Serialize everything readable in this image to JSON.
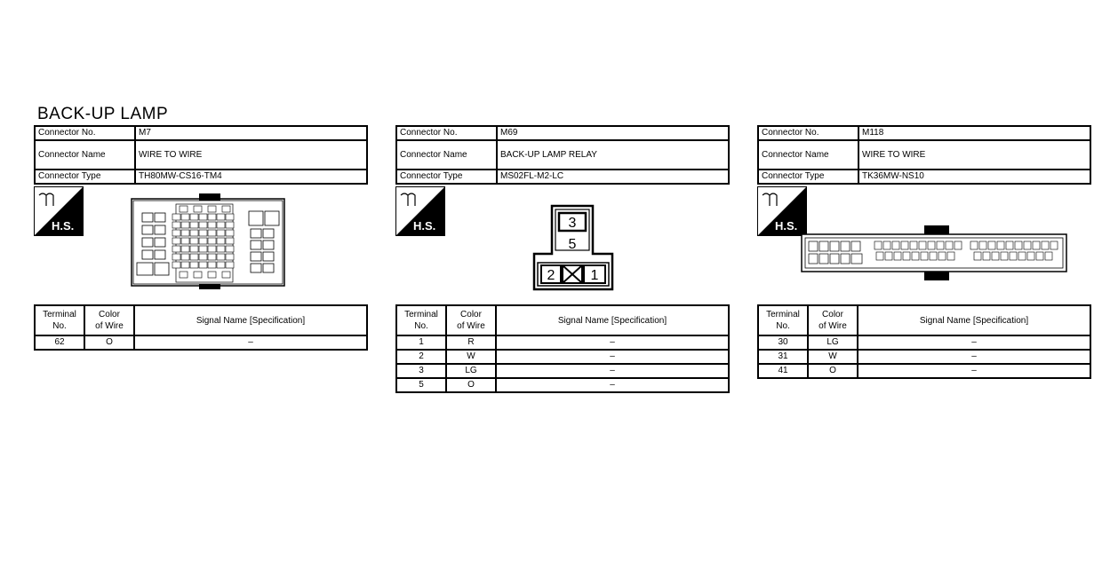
{
  "title": "BACK-UP LAMP",
  "labels": {
    "connector_no": "Connector No.",
    "connector_name": "Connector Name",
    "connector_type": "Connector Type",
    "terminal_no": [
      "Terminal",
      "No."
    ],
    "color_of_wire": [
      "Color",
      "of Wire"
    ],
    "signal_name": "Signal Name [Specification]",
    "hs_badge": "H.S."
  },
  "connectors": [
    {
      "no": "M7",
      "name": "WIRE TO WIRE",
      "type": "TH80MW-CS16-TM4",
      "rows": [
        {
          "terminal": "62",
          "color": "O",
          "signal": "–"
        }
      ]
    },
    {
      "no": "M69",
      "name": "BACK-UP LAMP RELAY",
      "type": "MS02FL-M2-LC",
      "relay_pins": [
        "3",
        "5",
        "2",
        "1"
      ],
      "rows": [
        {
          "terminal": "1",
          "color": "R",
          "signal": "–"
        },
        {
          "terminal": "2",
          "color": "W",
          "signal": "–"
        },
        {
          "terminal": "3",
          "color": "LG",
          "signal": "–"
        },
        {
          "terminal": "5",
          "color": "O",
          "signal": "–"
        }
      ]
    },
    {
      "no": "M118",
      "name": "WIRE TO WIRE",
      "type": "TK36MW-NS10",
      "rows": [
        {
          "terminal": "30",
          "color": "LG",
          "signal": "–"
        },
        {
          "terminal": "31",
          "color": "W",
          "signal": "–"
        },
        {
          "terminal": "41",
          "color": "O",
          "signal": "–"
        }
      ]
    }
  ]
}
